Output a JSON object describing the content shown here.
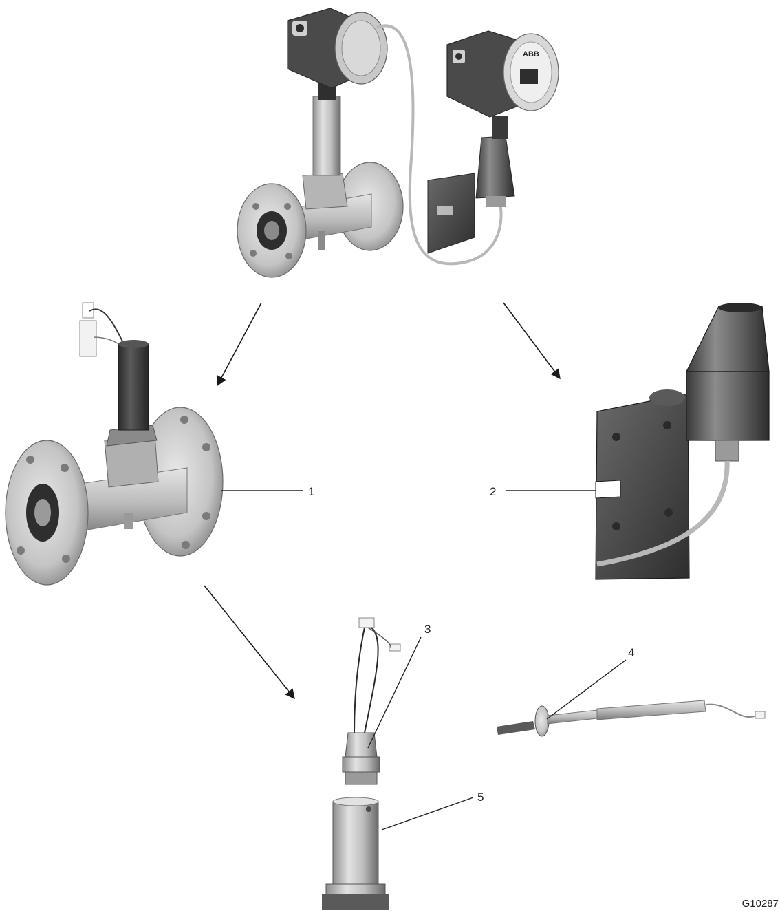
{
  "figure_code": "G10287",
  "callouts": [
    {
      "id": "1",
      "label": "1"
    },
    {
      "id": "2",
      "label": "2"
    },
    {
      "id": "3",
      "label": "3"
    },
    {
      "id": "4",
      "label": "4"
    },
    {
      "id": "5",
      "label": "5"
    }
  ],
  "device_brand": "ABB",
  "colors": {
    "metal_light": "#d7d7d7",
    "metal_mid": "#a9a9a9",
    "metal_dark": "#5e5e5e",
    "housing_dark": "#3e3e3e",
    "cover_light": "#c9c9c9",
    "plate_dark": "#4a4a4a",
    "cable": "#b8b8b8",
    "line": "#1a1a1a"
  },
  "icons": {
    "arrow": "arrow-down-icon"
  }
}
